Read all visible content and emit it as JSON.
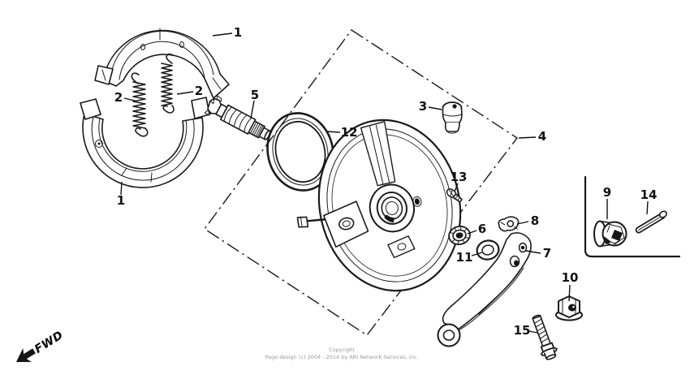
{
  "canvas": {
    "background_color": "#ffffff",
    "line_color": "#1a1a1a",
    "label_color": "#111111",
    "copyright_color": "#9a9a9a"
  },
  "orientation": {
    "fwd_label": "FWD"
  },
  "footer": {
    "copyright_line1": "Copyright",
    "copyright_line2": "Page design (c) 2004 - 2014 by ARI Network Services, Inc."
  },
  "parts": [
    {
      "ref": "1"
    },
    {
      "ref": "2"
    },
    {
      "ref": "2"
    },
    {
      "ref": "1"
    },
    {
      "ref": "5"
    },
    {
      "ref": "12"
    },
    {
      "ref": "3"
    },
    {
      "ref": "4"
    },
    {
      "ref": "13"
    },
    {
      "ref": "6"
    },
    {
      "ref": "8"
    },
    {
      "ref": "11"
    },
    {
      "ref": "7"
    },
    {
      "ref": "9"
    },
    {
      "ref": "14"
    },
    {
      "ref": "10"
    },
    {
      "ref": "15"
    }
  ]
}
